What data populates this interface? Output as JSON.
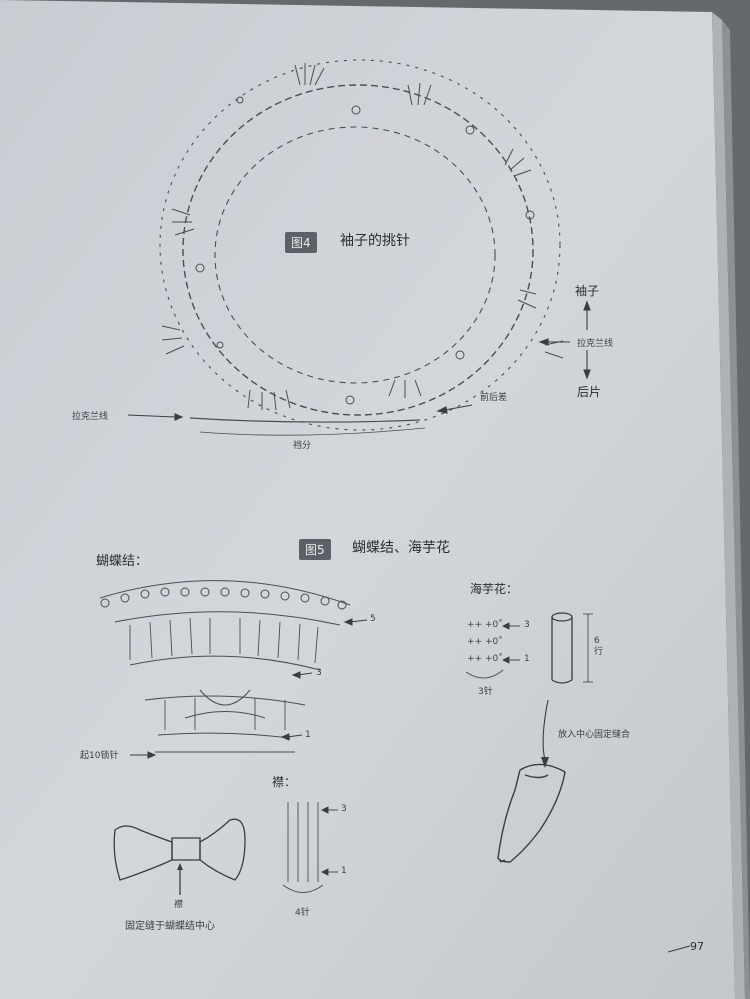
{
  "figures": {
    "fig4": {
      "badge": "图4",
      "title": "袖子的挑针"
    },
    "fig5": {
      "badge": "图5",
      "title": "蝴蝶结、海芋花"
    }
  },
  "sleeve": {
    "raglan_left": "拉克兰线",
    "crotch": "裆分",
    "back_placket": "前后差",
    "sleeve_label": "袖子",
    "raglan_right": "拉克兰线",
    "back_label": "后片"
  },
  "bow": {
    "title": "蝴蝶结：",
    "row5": "5",
    "row3": "3",
    "row1": "1",
    "start": "起10锁针",
    "band_title": "襟：",
    "band_row3": "3",
    "band_row1": "1",
    "band_stitches": "4针",
    "band_arrow_label": "襟",
    "fix_note": "固定缝于蝴蝶结中心"
  },
  "calla": {
    "title": "海芋花：",
    "rows": [
      "++ +0˚",
      "++ +0˚",
      "++ +0˚"
    ],
    "row3": "3",
    "row1": "1",
    "stitches": "3针",
    "height": "6行",
    "note": "放入中心固定缝合"
  },
  "page_number": "97"
}
